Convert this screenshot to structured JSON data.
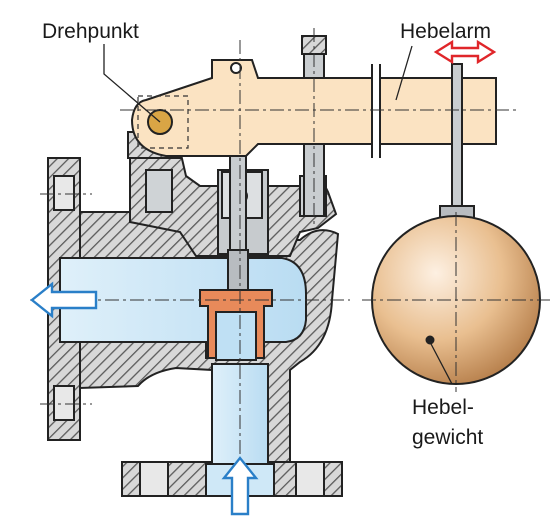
{
  "labels": {
    "pivot": "Drehpunkt",
    "lever_arm": "Hebelarm",
    "weight_line1": "Hebel-",
    "weight_line2": "gewicht"
  },
  "colors": {
    "lever": "#fbe3c2",
    "fluid": "#cfe8f7",
    "body_fill": "#d8d8d8",
    "hatch": "#5a5a5a",
    "outline": "#222222",
    "flow_arrow": "#2a7fc8",
    "motion_arrow": "#e0262a",
    "valve_disc": "#e88a5a",
    "ball_light": "#fbe8d5",
    "ball_dark": "#c89060",
    "centerline": "#333333"
  },
  "icons": {
    "outlet": "arrow-left-icon",
    "inlet": "arrow-up-icon",
    "lever_motion": "double-arrow-horizontal-icon"
  }
}
